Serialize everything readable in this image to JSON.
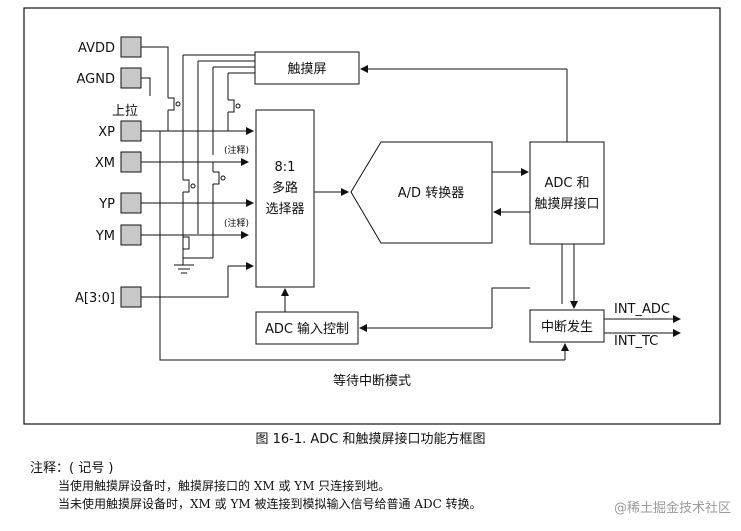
{
  "diagram": {
    "pins": [
      "AVDD",
      "AGND",
      "XP",
      "XM",
      "YP",
      "YM",
      "A[3:0]"
    ],
    "pullup_label": "上拉",
    "note_marker": "(注释)",
    "blocks": {
      "touch_screen": "触摸屏",
      "mux_line1": "8:1",
      "mux_line2": "多路",
      "mux_line3": "选择器",
      "adc_converter": "A/D 转换器",
      "adc_if_line1": "ADC 和",
      "adc_if_line2": "触摸屏接口",
      "adc_input_ctrl": "ADC 输入控制",
      "interrupt_gen": "中断发生"
    },
    "outputs": [
      "INT_ADC",
      "INT_TC"
    ],
    "wait_mode": "等待中断模式"
  },
  "caption": "图 16-1. ADC 和触摸屏接口功能方框图",
  "notes": {
    "title": "注释：( 记号 )",
    "line1": "当使用触摸屏设备时，触摸屏接口的 XM 或 YM 只连接到地。",
    "line2": "当未使用触摸屏设备时，XM 或 YM 被连接到模拟输入信号给普通 ADC 转换。"
  },
  "watermark": "@稀土掘金技术社区"
}
